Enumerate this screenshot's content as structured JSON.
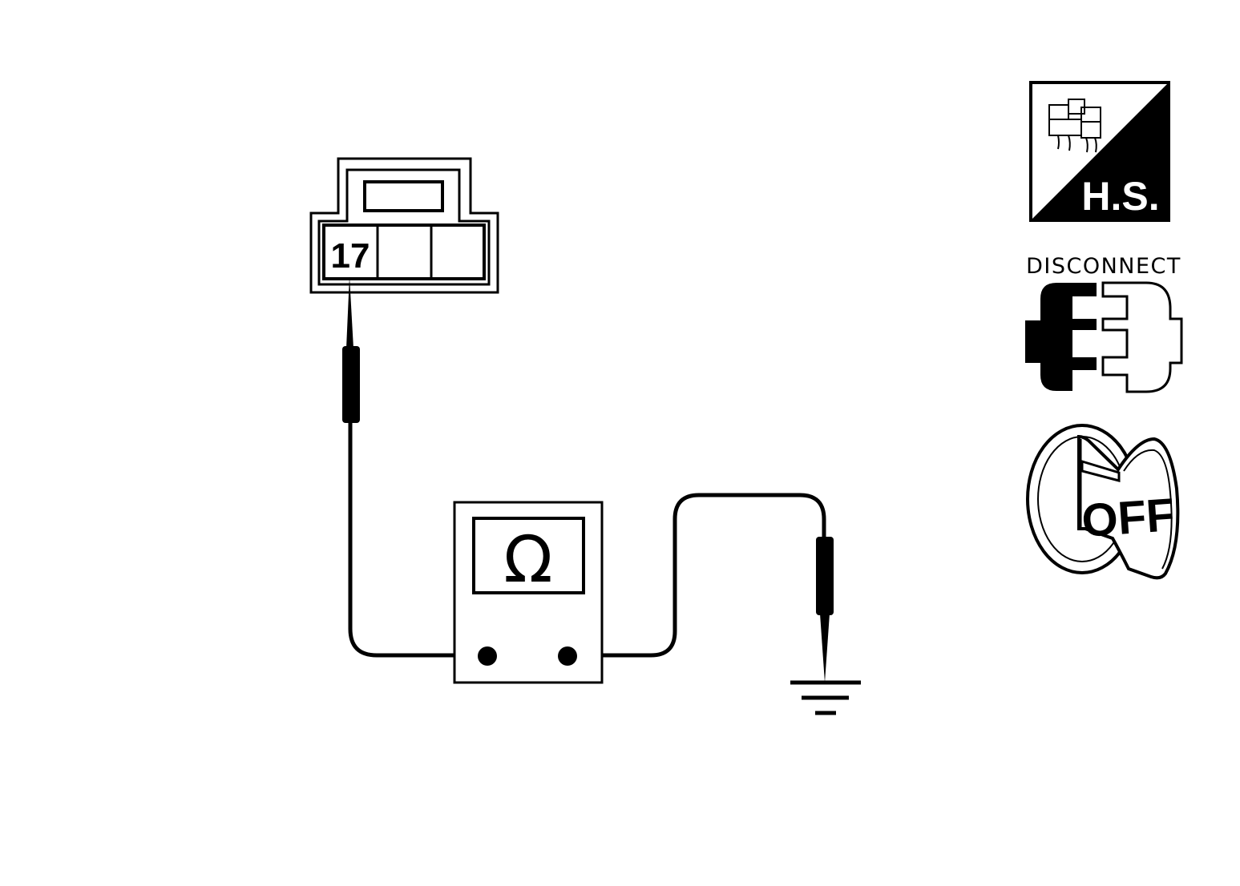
{
  "connector": {
    "terminal_number": "17"
  },
  "meter": {
    "symbol": "Ω"
  },
  "icons": {
    "harness_side_label": "H.S.",
    "disconnect_label": "DISCONNECT",
    "ignition_label": "OFF"
  },
  "colors": {
    "ink": "#000000",
    "paper": "#ffffff"
  }
}
